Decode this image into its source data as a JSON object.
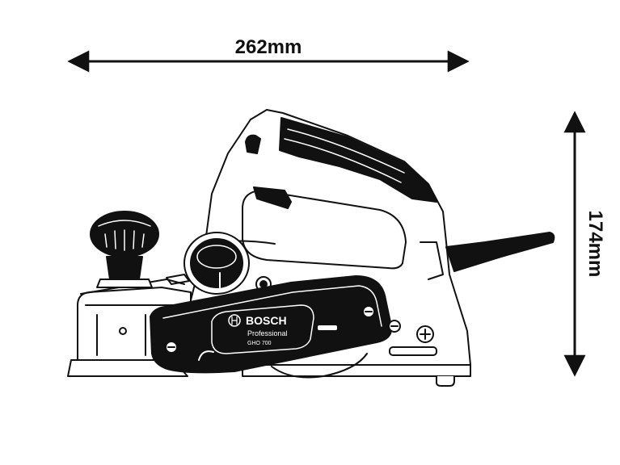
{
  "dimensions": {
    "length": "262mm",
    "height": "174mm"
  },
  "product": {
    "brand": "BOSCH",
    "line": "Professional",
    "model": "GHO 700"
  },
  "icons": {
    "dimension_arrow": "double-headed-arrow",
    "brand_logo": "bosch-armature-logo"
  },
  "colors": {
    "ink": "#111111",
    "paper": "#ffffff"
  }
}
